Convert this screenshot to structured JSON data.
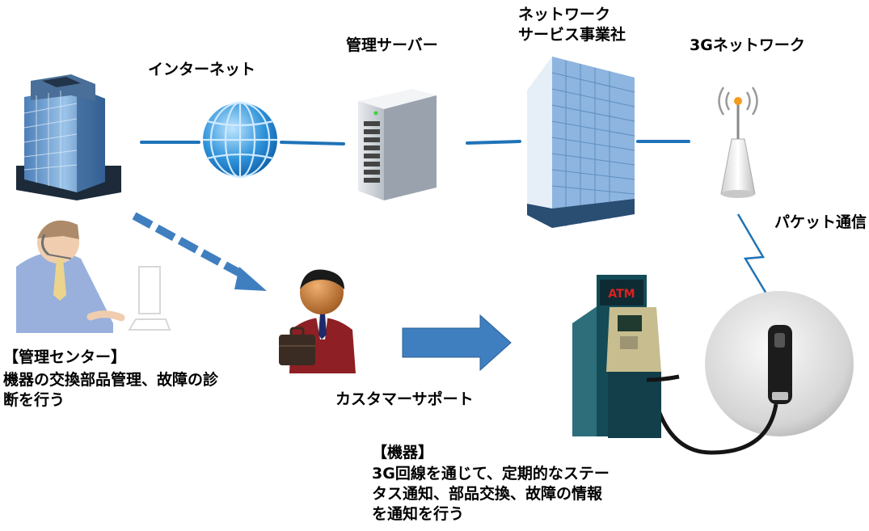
{
  "labels": {
    "internet": "インターネット",
    "mgmt_server": "管理サーバー",
    "network_provider": "ネットワーク\nサービス事業社",
    "network_3g": "3Gネットワーク",
    "packet": "パケット通信",
    "customer_support": "カスタマーサポート"
  },
  "mgmt_center": {
    "title": "【管理センター】",
    "desc": "機器の交換部品管理、故障の診\n断を行う"
  },
  "device": {
    "title": "【機器】",
    "desc": "3G回線を通じて、定期的なステー\nタス通知、部品交換、故障の情報\nを通知を行う"
  },
  "atm_sign": "ATM",
  "colors": {
    "link_line": "#1f73b7",
    "arrow_blue": "#3f7fc0",
    "building_blue": "#6aa0d8",
    "globe_blue": "#2a8ed8",
    "atm_red": "#e02020"
  },
  "icons": [
    "office-building-icon",
    "globe-icon",
    "server-icon",
    "skyscraper-icon",
    "antenna-icon",
    "operator-icon",
    "businessman-icon",
    "atm-icon",
    "usb-modem-icon"
  ]
}
